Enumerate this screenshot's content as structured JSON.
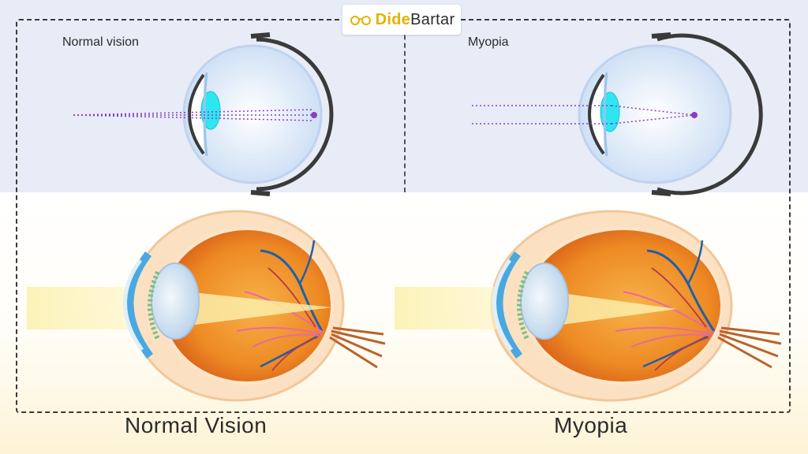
{
  "brand": {
    "part1": "Dide",
    "part2": "Bartar",
    "accent": "#e3b300"
  },
  "top_panels": {
    "left_label": "Normal vision",
    "right_label": "Myopia"
  },
  "bottom_labels": {
    "left": "Normal Vision",
    "right": "Myopia"
  },
  "colors": {
    "top_background": "#e8ecf7",
    "lens_cyan": "#2ee6f0",
    "eyeball_orange": "#f0902a",
    "light_beam": "#fbf2b5",
    "ray_purple": "#8a3cc8"
  }
}
